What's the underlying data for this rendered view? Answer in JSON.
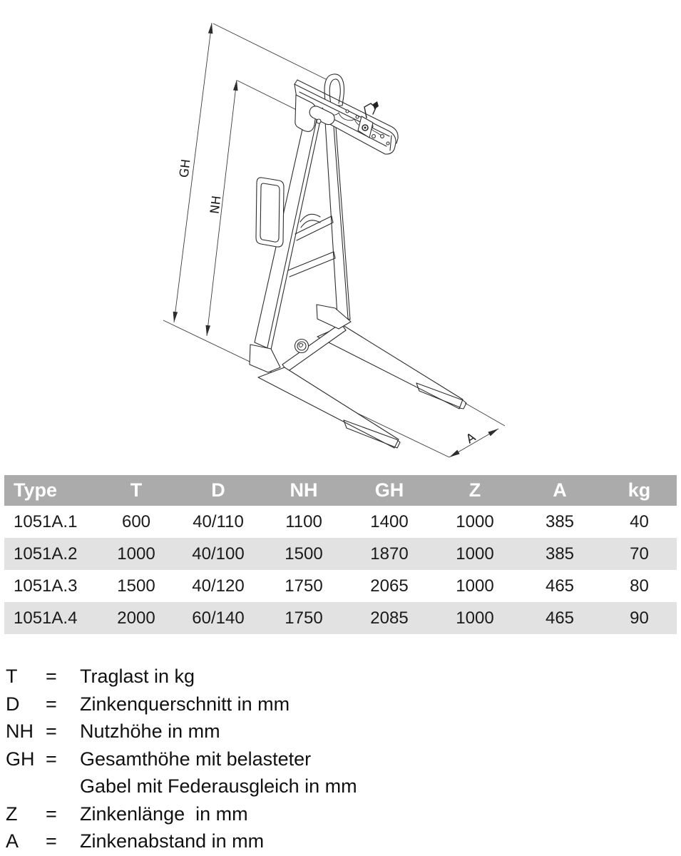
{
  "drawing": {
    "dim_labels": {
      "gh": "GH",
      "nh": "NH",
      "a": "A"
    }
  },
  "table": {
    "headers": [
      "Type",
      "T",
      "D",
      "NH",
      "GH",
      "Z",
      "A",
      "kg"
    ],
    "rows": [
      [
        "1051A.1",
        "600",
        "40/110",
        "1100",
        "1400",
        "1000",
        "385",
        "40"
      ],
      [
        "1051A.2",
        "1000",
        "40/100",
        "1500",
        "1870",
        "1000",
        "385",
        "70"
      ],
      [
        "1051A.3",
        "1500",
        "40/120",
        "1750",
        "2065",
        "1000",
        "465",
        "80"
      ],
      [
        "1051A.4",
        "2000",
        "60/140",
        "1750",
        "2085",
        "1000",
        "465",
        "90"
      ]
    ]
  },
  "legend": {
    "items": [
      {
        "symbol": "T",
        "eq": "=",
        "text": "Traglast in kg"
      },
      {
        "symbol": "D",
        "eq": "=",
        "text": "Zinkenquerschnitt in mm"
      },
      {
        "symbol": "NH",
        "eq": "=",
        "text": "Nutzhöhe in mm"
      },
      {
        "symbol": "GH",
        "eq": "=",
        "text": "Gesamthöhe mit belasteter",
        "text2": "Gabel mit Federausgleich in mm"
      },
      {
        "symbol": "Z",
        "eq": "=",
        "text": "Zinkenlänge  in mm"
      },
      {
        "symbol": "A",
        "eq": "=",
        "text": "Zinkenabstand in mm"
      }
    ]
  },
  "colors": {
    "header_bg": "#ababab",
    "header_text": "#ffffff",
    "row_alt_bg": "#e2e2e2",
    "line_color": "#2d2d2d"
  }
}
